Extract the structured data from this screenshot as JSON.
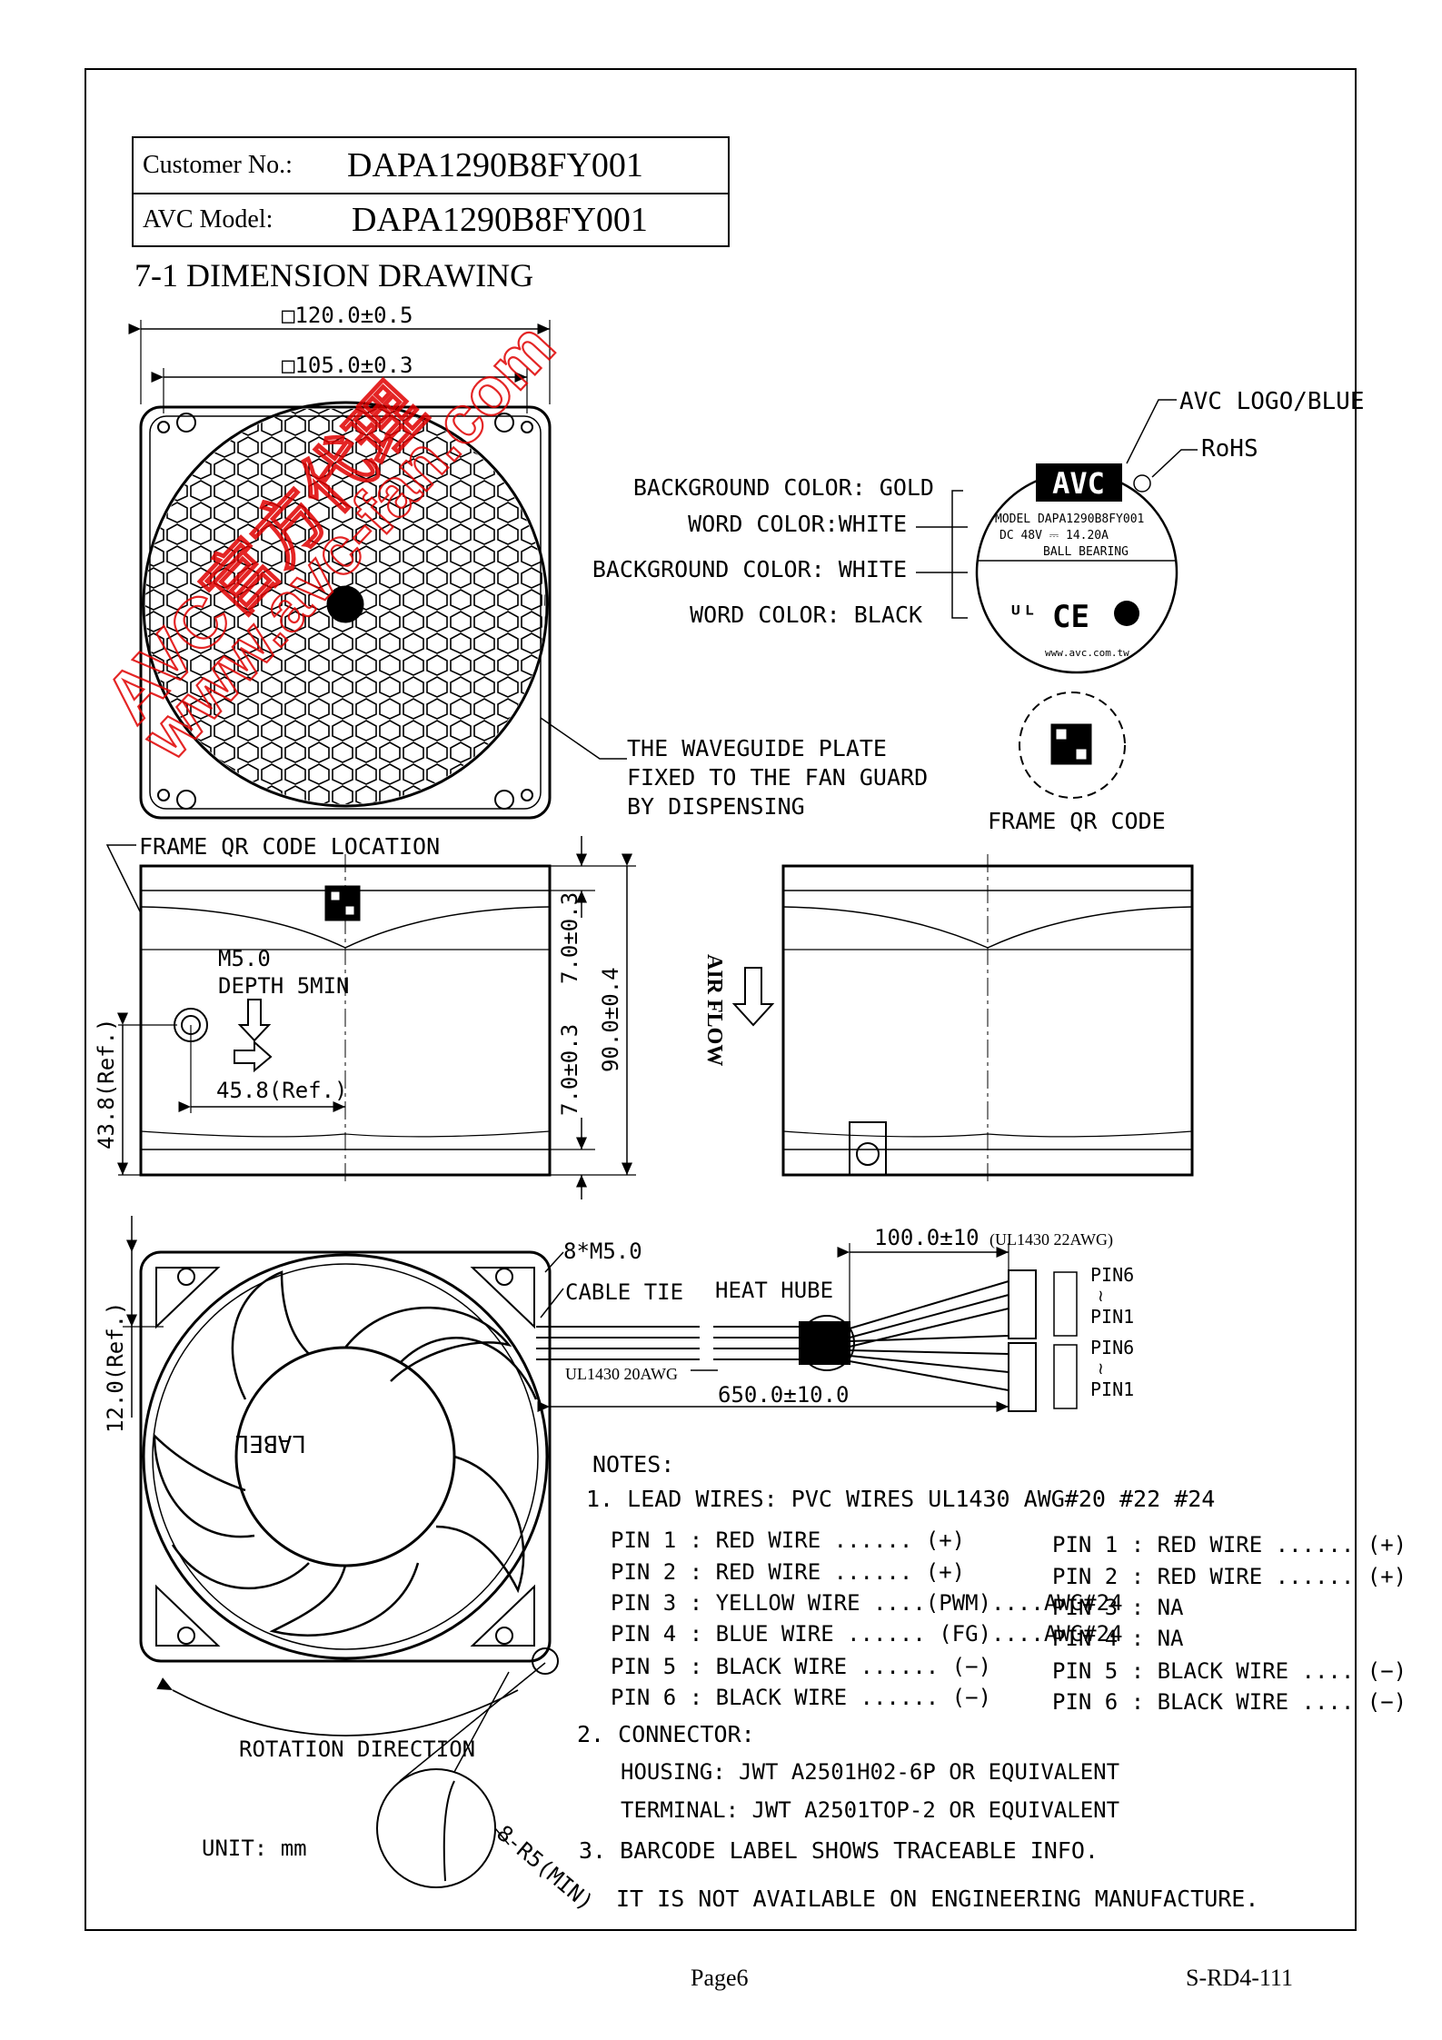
{
  "header": {
    "customer_label": "Customer No.:",
    "customer_value": "DAPA1290B8FY001",
    "model_label": "AVC Model:",
    "model_value": "DAPA1290B8FY001"
  },
  "section_title": "7-1 DIMENSION DRAWING",
  "dims": {
    "outer": "□120.0±0.5",
    "inner": "□105.0±0.3",
    "depth_top": "7.0±0.3",
    "depth_bottom": "7.0±0.3",
    "height": "90.0±0.4",
    "ref_43": "43.8(Ref.)",
    "ref_45": "45.8(Ref.)",
    "ref_12": "12.0(Ref.)",
    "holes": "8*M5.0",
    "lead_long": "650.0±10.0",
    "lead_short": "100.0±10",
    "lead_short_spec": "(UL1430 22AWG)",
    "lead_long_spec": "UL1430 20AWG",
    "radius": "8-R5(MIN)"
  },
  "callouts": {
    "logo": "AVC LOGO/BLUE",
    "rohs": "RoHS",
    "bg_gold": "BACKGROUND COLOR: GOLD",
    "word_white": "WORD COLOR:WHITE",
    "bg_white": "BACKGROUND COLOR: WHITE",
    "word_black": "WORD COLOR: BLACK",
    "waveguide": [
      "THE WAVEGUIDE PLATE",
      "FIXED TO THE FAN GUARD",
      "BY DISPENSING"
    ],
    "frame_qr": "FRAME QR CODE",
    "frame_qr_loc": "FRAME QR CODE LOCATION",
    "m5": "M5.0",
    "depth5": "DEPTH 5MIN",
    "airflow": "AIR FLOW",
    "cable_tie": "CABLE TIE",
    "heat_hube": "HEAT HUBE",
    "rotation": "ROTATION DIRECTION",
    "unit": "UNIT: mm",
    "pin6": "PIN6",
    "pin1": "PIN1",
    "fan_label": "LABEL"
  },
  "label": {
    "brand": "AVC",
    "model_line": "MODEL  DAPA1290B8FY001",
    "dc_line": "DC 48V ⎓ 14.20A",
    "bearing": "BALL BEARING",
    "url": "www.avc.com.tw"
  },
  "notes": {
    "title": "NOTES:",
    "n1": "1. LEAD WIRES: PVC WIRES UL1430 AWG#20 #22 #24",
    "left_pins": [
      "PIN 1 : RED WIRE ...... (+)",
      "PIN 2 : RED WIRE ...... (+)",
      "PIN 3 : YELLOW WIRE ....(PWM)....AWG#24",
      "PIN 4 : BLUE WIRE ...... (FG)....AWG#24",
      "PIN 5 : BLACK WIRE ...... (−)",
      "PIN 6 : BLACK WIRE ...... (−)"
    ],
    "right_pins": [
      "PIN 1 : RED WIRE ...... (+)",
      "PIN 2 : RED WIRE ...... (+)",
      "PIN 3 : NA",
      "PIN 4 : NA",
      "PIN 5 : BLACK WIRE .... (−)",
      "PIN 6 : BLACK WIRE .... (−)"
    ],
    "n2": "2. CONNECTOR:",
    "housing": "HOUSING: JWT A2501H02-6P OR EQUIVALENT",
    "terminal": "TERMINAL: JWT A2501TOP-2 OR EQUIVALENT",
    "n3": "3. BARCODE LABEL SHOWS TRACEABLE INFO.",
    "n3b": "IT IS NOT AVAILABLE ON ENGINEERING MANUFACTURE."
  },
  "watermark": {
    "line1": "AVC官方代理",
    "line2": "www.avc-fan.com"
  },
  "footer": {
    "page": "Page6",
    "code": "S-RD4-111"
  }
}
